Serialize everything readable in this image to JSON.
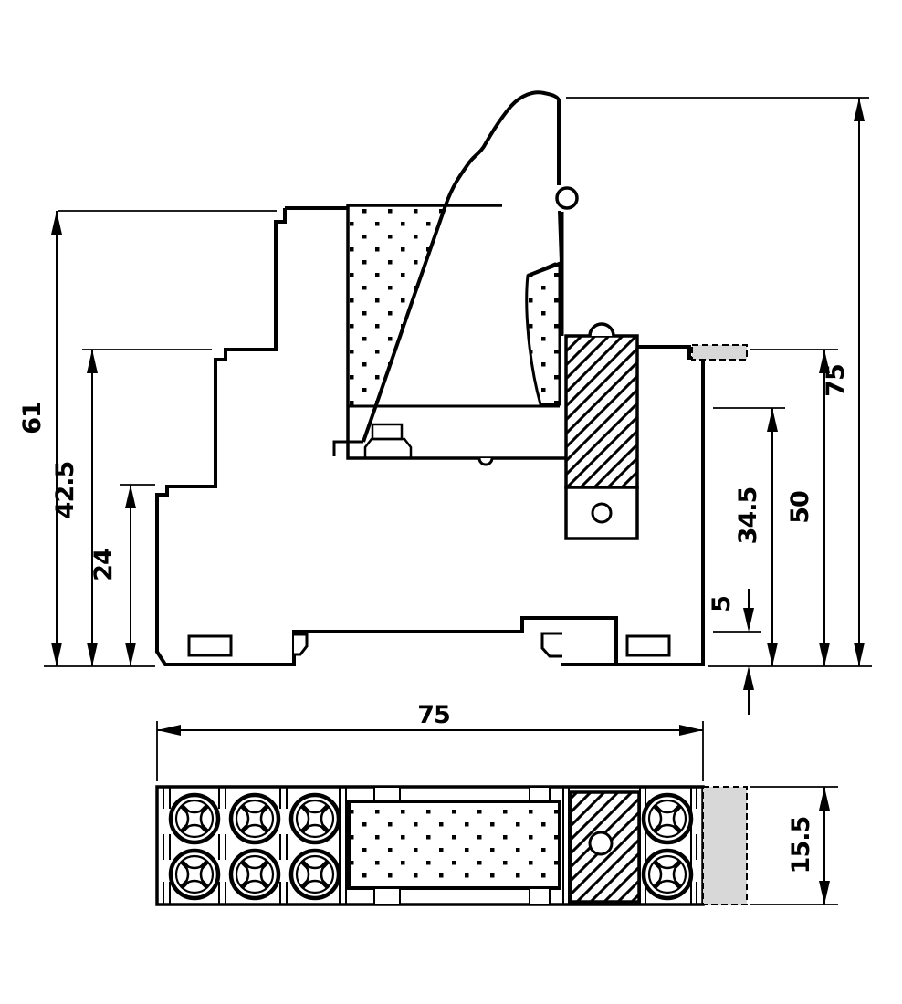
{
  "colors": {
    "line": "#000000",
    "rail_fill": "#d8d8d8",
    "background": "#ffffff"
  },
  "side_view": {
    "dimensions": {
      "height_total": "61",
      "height_step_upper": "42.5",
      "height_step_lower": "24",
      "width_total": "75",
      "width_rail_top": "50",
      "width_terminal": "34.5",
      "rail_offset": "5"
    }
  },
  "bottom_view": {
    "dimensions": {
      "width_total": "75",
      "depth": "15.5"
    }
  }
}
